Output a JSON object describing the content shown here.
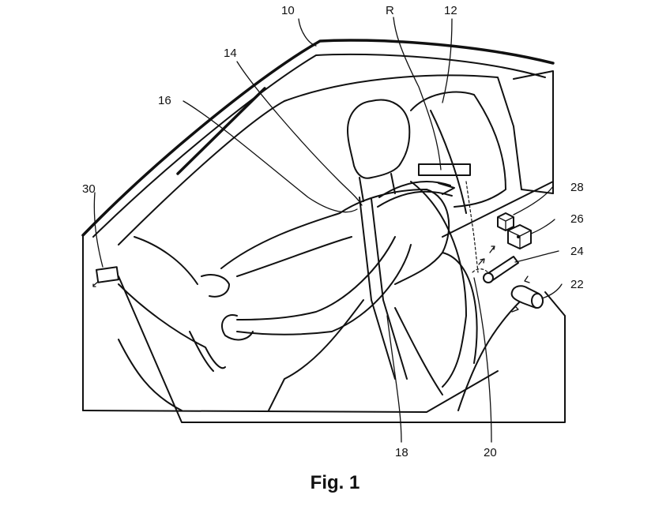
{
  "figure": {
    "caption": "Fig. 1"
  },
  "reference_numerals": {
    "vehicle": "10",
    "seat": "12",
    "occupant": "14",
    "belt_portion": "16",
    "belt_lower": "18",
    "belt_retractor": "20",
    "actuator": "22",
    "component_24": "24",
    "component_26": "26",
    "component_28": "28",
    "sensor": "30",
    "reference_r": "R"
  }
}
